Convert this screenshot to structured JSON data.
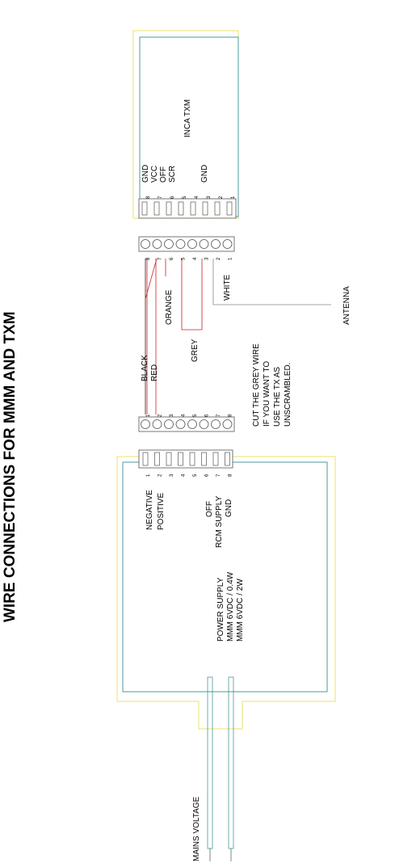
{
  "title": "WIRE CONNECTIONS FOR MMM AND TXM",
  "txm": {
    "name": "INCA TXM",
    "pins": [
      "1",
      "2",
      "3",
      "4",
      "5",
      "6",
      "7",
      "8"
    ],
    "labels": {
      "gnd_a": "GND",
      "vcc": "VCC",
      "off": "OFF",
      "scr": "SCR",
      "gnd_b": "GND"
    }
  },
  "cable": {
    "left_pins": [
      "1",
      "2",
      "3",
      "4",
      "5",
      "6",
      "7",
      "8"
    ],
    "right_pins": [
      "8",
      "7",
      "6",
      "5",
      "4",
      "3",
      "2",
      "1"
    ],
    "wires": {
      "black": "BLACK",
      "red": "RED",
      "orange": "ORANGE",
      "grey": "GREY",
      "white": "WHITE"
    },
    "antenna": "ANTENNA",
    "note": [
      "CUT THE GREY WIRE",
      "IF YOU WANT TO",
      "USE THE TX AS",
      "UNSCRAMBLED."
    ]
  },
  "power_supply": {
    "pins": [
      "1",
      "2",
      "3",
      "4",
      "5",
      "6",
      "7",
      "8"
    ],
    "pin_labels": {
      "negative": "NEGATIVE",
      "positive": "POSITIVE",
      "off": "OFF",
      "rcm": "RCM SUPPLY",
      "gnd": "GND"
    },
    "lines": [
      "POWER SUPPLY",
      "MMM 6VDC / 0.4W",
      "MMM 6VDC / 2W"
    ],
    "mains": "MAINS VOLTAGE"
  },
  "colors": {
    "outline_yellow": "#e8e36a",
    "outline_teal": "#4a9a9a",
    "wire_red": "#cc2222",
    "wire_grey": "#888888",
    "line": "#555555"
  }
}
